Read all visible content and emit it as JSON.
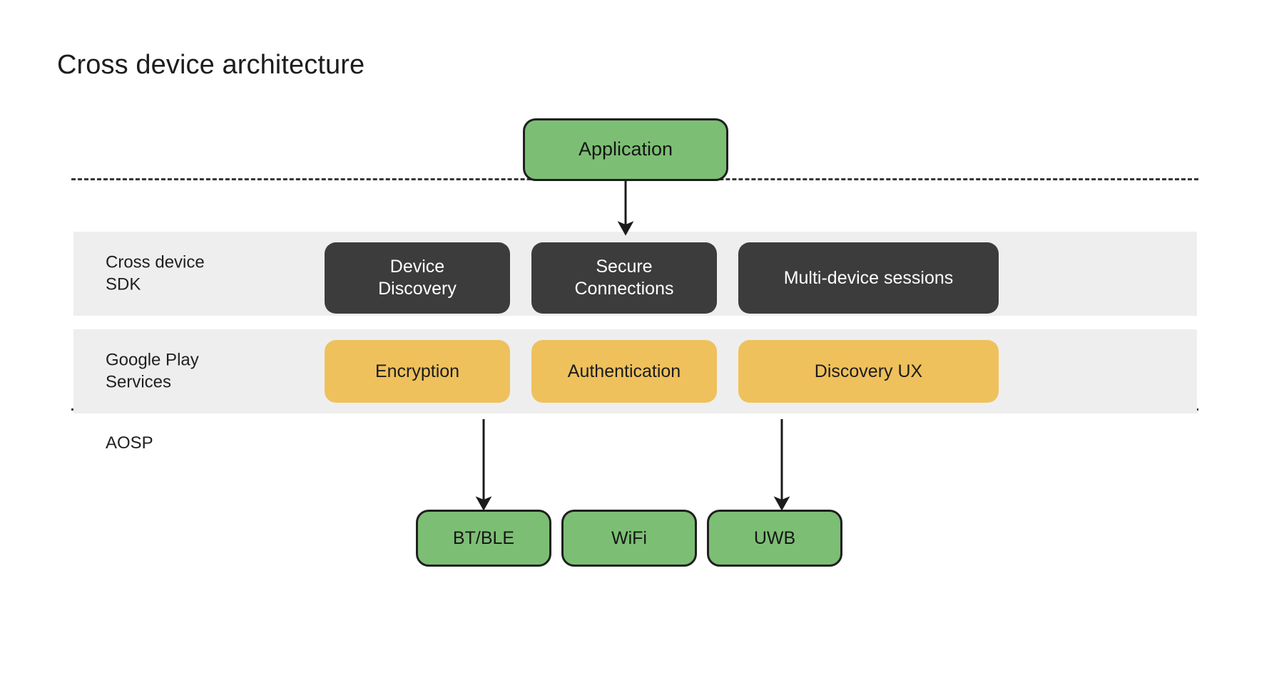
{
  "page": {
    "title": "Cross device architecture",
    "background_color": "#ffffff"
  },
  "colors": {
    "application_green": "#7cbf74",
    "sdk_dark": "#3c3c3c",
    "play_services_amber": "#efc15c",
    "band_gray": "#eeeeee",
    "line_dark": "#35373a",
    "text_dark": "#1f1f1f",
    "text_light": "#ffffff"
  },
  "top": {
    "application": {
      "label": "Application"
    }
  },
  "layers": [
    {
      "id": "cross-device-sdk",
      "label": "Cross device\nSDK",
      "style": "dark",
      "nodes": [
        {
          "id": "device-discovery",
          "label": "Device\nDiscovery"
        },
        {
          "id": "secure-connections",
          "label": "Secure\nConnections"
        },
        {
          "id": "multi-device-sessions",
          "label": "Multi-device sessions"
        }
      ]
    },
    {
      "id": "google-play-services",
      "label": "Google Play\nServices",
      "style": "amber",
      "nodes": [
        {
          "id": "encryption",
          "label": "Encryption"
        },
        {
          "id": "authentication",
          "label": "Authentication"
        },
        {
          "id": "discovery-ux",
          "label": "Discovery UX"
        }
      ]
    }
  ],
  "aosp": {
    "label": "AOSP"
  },
  "transports": [
    {
      "id": "btble",
      "label": "BT/BLE"
    },
    {
      "id": "wifi",
      "label": "WiFi"
    },
    {
      "id": "uwb",
      "label": "UWB"
    }
  ],
  "connectors": [
    {
      "from": "application",
      "to": "cross-device-sdk"
    },
    {
      "from": "encryption",
      "to": "btble"
    },
    {
      "from": "discovery-ux",
      "to": "uwb"
    }
  ],
  "dividers": [
    {
      "id": "dashed-top",
      "style": "dashed"
    },
    {
      "id": "dashed-bottom",
      "style": "dashed"
    }
  ]
}
